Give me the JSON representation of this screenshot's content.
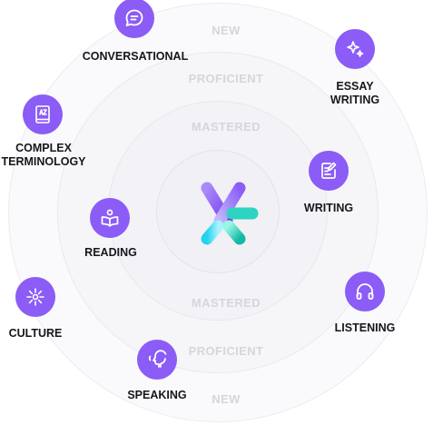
{
  "levels": {
    "outer_top": "NEW",
    "mid_top": "PROFICIENT",
    "inner_top": "MASTERED",
    "inner_bottom": "MASTERED",
    "mid_bottom": "PROFICIENT",
    "outer_bottom": "NEW"
  },
  "skills": {
    "conversational": "CONVERSATIONAL",
    "essay_writing": "ESSAY\nWRITING",
    "complex_terminology": "COMPLEX\nTERMINOLOGY",
    "writing": "WRITING",
    "reading": "READING",
    "listening": "LISTENING",
    "culture": "CULTURE",
    "speaking": "SPEAKING"
  },
  "icons": {
    "conversational": "chat-bubble-icon",
    "essay_writing": "sparkles-icon",
    "complex_terminology": "dictionary-icon",
    "writing": "edit-document-icon",
    "reading": "reading-person-icon",
    "listening": "headphones-icon",
    "culture": "culture-spark-icon",
    "speaking": "speaking-head-icon"
  },
  "colors": {
    "badge": "#8b5cf6",
    "ring_text": "#d5d5dc",
    "label_text": "#16161d",
    "logo_purple": "#8b5cf6",
    "logo_teal": "#2dd4bf",
    "logo_cyan": "#22d3ee"
  }
}
